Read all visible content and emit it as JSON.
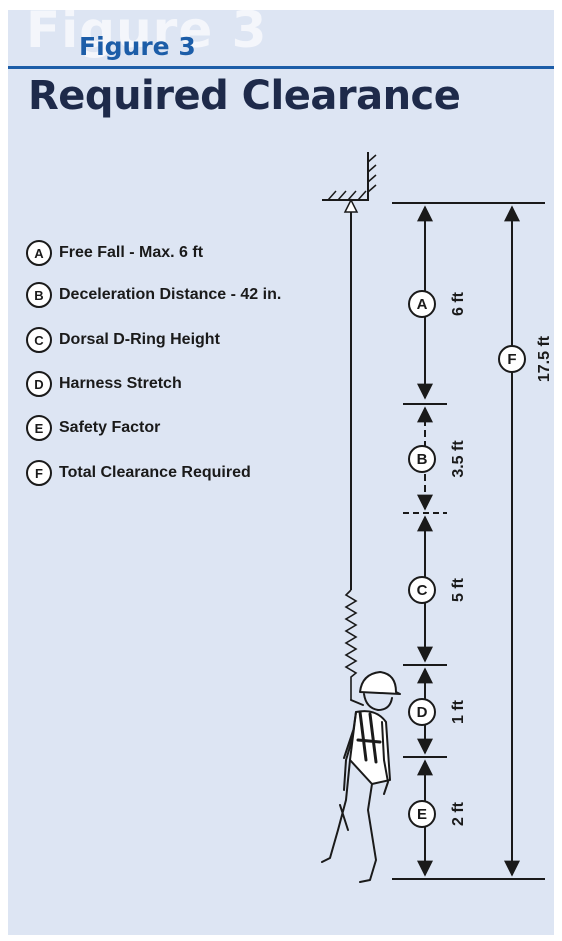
{
  "header": {
    "ghost_title": "Figure 3",
    "figure_number": "Figure 3",
    "title": "Required Clearance"
  },
  "legend": [
    {
      "letter": "A",
      "label": "Free Fall - Max. 6 ft"
    },
    {
      "letter": "B",
      "label": "Deceleration Distance - 42 in."
    },
    {
      "letter": "C",
      "label": "Dorsal D-Ring Height"
    },
    {
      "letter": "D",
      "label": "Harness Stretch"
    },
    {
      "letter": "E",
      "label": "Safety Factor"
    },
    {
      "letter": "F",
      "label": "Total Clearance Required"
    }
  ],
  "dimensions": [
    {
      "letter": "A",
      "value": "6 ft"
    },
    {
      "letter": "B",
      "value": "3.5 ft"
    },
    {
      "letter": "C",
      "value": "5 ft"
    },
    {
      "letter": "D",
      "value": "1 ft"
    },
    {
      "letter": "E",
      "value": "2 ft"
    }
  ],
  "total": {
    "letter": "F",
    "value": "17.5 ft"
  },
  "colors": {
    "panel_background": "#dde5f3",
    "accent_blue": "#1c5da8",
    "title_dark": "#1e2a4a",
    "ink": "#1a1a1a"
  }
}
